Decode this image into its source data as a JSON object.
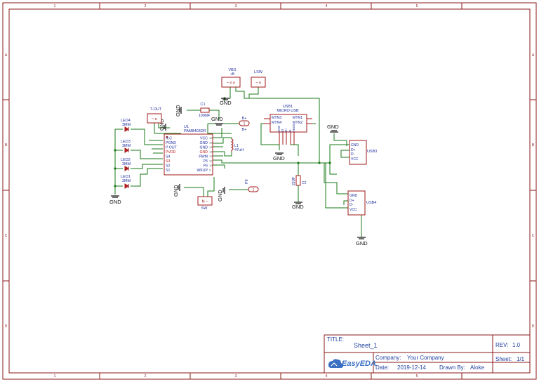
{
  "frame": {
    "columns": [
      "1",
      "2",
      "3",
      "4",
      "5"
    ],
    "rows": [
      "A",
      "B",
      "C",
      "D"
    ]
  },
  "colors": {
    "frame": "#8b1a1a",
    "wire": "#1a7a1a",
    "part": "#a01818",
    "pin_text": "#1f2f9f",
    "gnd": "#111111"
  },
  "power_ports": {
    "vbs": "VBS",
    "vbs_pin": "+B",
    "lsw": "LSW",
    "tout": "T-OUT",
    "sw": "SW",
    "bplus_a": "B+",
    "bplus_b": "B+",
    "p9": "P9"
  },
  "gnd_labels": [
    "GND",
    "GND",
    "GND",
    "GND",
    "GND",
    "GND",
    "GND",
    "GND"
  ],
  "components": {
    "u1": {
      "ref": "U1",
      "value": "PAM8403DR",
      "left_pins": [
        "N.C",
        "PGND",
        "P OUT",
        "PVDD",
        "S4",
        "S3",
        "S2",
        "S1"
      ],
      "right_pins": [
        "VCC",
        "GND",
        "GND",
        "GND",
        "PWM",
        "P5",
        "P6",
        "WKUP"
      ],
      "right_nums": [
        "16",
        "15",
        "14",
        "13",
        "12",
        "11",
        "10",
        "9"
      ]
    },
    "c1": {
      "ref": "C1",
      "value": "100NF"
    },
    "c2": {
      "ref": "C2",
      "value": "22UF"
    },
    "l1": {
      "ref": "L1",
      "value": "47uH"
    },
    "usb1": {
      "ref": "USB1",
      "value": "MICRO USB",
      "pins": [
        "MTN3",
        "MTN1",
        "MTN4",
        "MTN2"
      ],
      "bottom_pins": [
        "GND",
        "ID",
        "D+",
        "D-",
        "VBUS"
      ]
    },
    "usb3": {
      "ref": "USB3",
      "pins": [
        "GND",
        "D+",
        "D-",
        "VCC"
      ]
    },
    "usb4": {
      "ref": "USB4",
      "pins": [
        "GND",
        "D+",
        "D-",
        "VCC"
      ]
    },
    "leds": [
      {
        "ref": "LED4",
        "value": "3MM"
      },
      {
        "ref": "LED3",
        "value": "3MM"
      },
      {
        "ref": "LED2",
        "value": "3MM"
      },
      {
        "ref": "LED1",
        "value": "3MM"
      }
    ]
  },
  "title_block": {
    "title_label": "TITLE:",
    "title": "Sheet_1",
    "rev_label": "REV:",
    "rev": "1.0",
    "company_label": "Company:",
    "company": "Your Company",
    "sheet_label": "Sheet:",
    "sheet": "1/1",
    "date_label": "Date:",
    "date": "2019-12-14",
    "drawn_label": "Drawn By:",
    "drawn": "Aloke",
    "logo": "EasyEDA"
  }
}
